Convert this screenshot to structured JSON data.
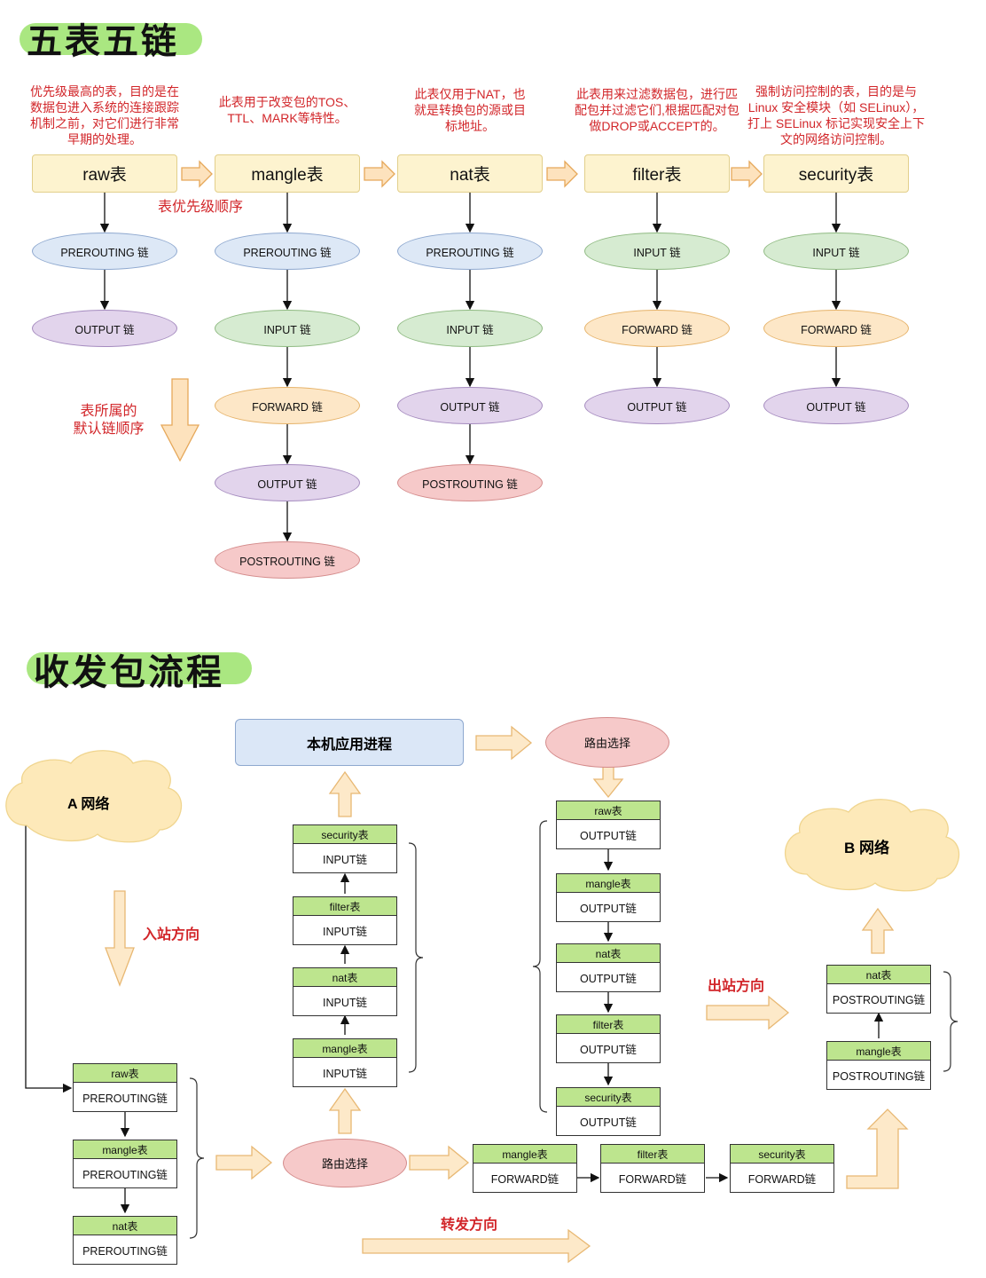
{
  "section1": {
    "title": "五表五链",
    "priority_label": "表优先级顺序",
    "chain_order_label_1": "表所属的",
    "chain_order_label_2": "默认链顺序",
    "tables": [
      {
        "name": "raw表",
        "desc": [
          "优先级最高的表，目的是在",
          "数据包进入系统的连接跟踪",
          "机制之前，对它们进行非常",
          "早期的处理。"
        ],
        "chains": [
          {
            "label": "PREROUTING 链",
            "color": "blue"
          },
          {
            "label": "OUTPUT 链",
            "color": "purple"
          }
        ]
      },
      {
        "name": "mangle表",
        "desc": [
          "此表用于改变包的TOS、",
          "TTL、MARK等特性。"
        ],
        "chains": [
          {
            "label": "PREROUTING 链",
            "color": "blue"
          },
          {
            "label": "INPUT 链",
            "color": "green"
          },
          {
            "label": "FORWARD 链",
            "color": "orange"
          },
          {
            "label": "OUTPUT 链",
            "color": "purple"
          },
          {
            "label": "POSTROUTING 链",
            "color": "pink"
          }
        ]
      },
      {
        "name": "nat表",
        "desc": [
          "此表仅用于NAT，也",
          "就是转换包的源或目",
          "标地址。"
        ],
        "chains": [
          {
            "label": "PREROUTING 链",
            "color": "blue"
          },
          {
            "label": "INPUT 链",
            "color": "green"
          },
          {
            "label": "OUTPUT 链",
            "color": "purple"
          },
          {
            "label": "POSTROUTING 链",
            "color": "pink"
          }
        ]
      },
      {
        "name": "filter表",
        "desc": [
          "此表用来过滤数据包，进行匹",
          "配包并过滤它们,根据匹配对包",
          "做DROP或ACCEPT的。"
        ],
        "chains": [
          {
            "label": "INPUT 链",
            "color": "green"
          },
          {
            "label": "FORWARD 链",
            "color": "orange"
          },
          {
            "label": "OUTPUT 链",
            "color": "purple"
          }
        ]
      },
      {
        "name": "security表",
        "desc": [
          "强制访问控制的表，目的是与",
          "Linux 安全模块（如 SELinux），",
          "打上 SELinux 标记实现安全上下",
          "文的网络访问控制。"
        ],
        "chains": [
          {
            "label": "INPUT 链",
            "color": "green"
          },
          {
            "label": "FORWARD 链",
            "color": "orange"
          },
          {
            "label": "OUTPUT 链",
            "color": "purple"
          }
        ]
      }
    ]
  },
  "section2": {
    "title": "收发包流程",
    "network_a": "A 网络",
    "network_b": "B 网络",
    "local_app": "本机应用进程",
    "route_choice_top": "路由选择",
    "route_choice_mid": "路由选择",
    "inbound_label": "入站方向",
    "outbound_label": "出站方向",
    "forward_label": "转发方向",
    "prerouting": [
      {
        "table": "raw表",
        "chain": "PREROUTING链"
      },
      {
        "table": "mangle表",
        "chain": "PREROUTING链"
      },
      {
        "table": "nat表",
        "chain": "PREROUTING链"
      }
    ],
    "input": [
      {
        "table": "security表",
        "chain": "INPUT链"
      },
      {
        "table": "filter表",
        "chain": "INPUT链"
      },
      {
        "table": "nat表",
        "chain": "INPUT链"
      },
      {
        "table": "mangle表",
        "chain": "INPUT链"
      }
    ],
    "output": [
      {
        "table": "raw表",
        "chain": "OUTPUT链"
      },
      {
        "table": "mangle表",
        "chain": "OUTPUT链"
      },
      {
        "table": "nat表",
        "chain": "OUTPUT链"
      },
      {
        "table": "filter表",
        "chain": "OUTPUT链"
      },
      {
        "table": "security表",
        "chain": "OUTPUT链"
      }
    ],
    "forward": [
      {
        "table": "mangle表",
        "chain": "FORWARD链"
      },
      {
        "table": "filter表",
        "chain": "FORWARD链"
      },
      {
        "table": "security表",
        "chain": "FORWARD链"
      }
    ],
    "postrouting": [
      {
        "table": "nat表",
        "chain": "POSTROUTING链"
      },
      {
        "table": "mangle表",
        "chain": "POSTROUTING链"
      }
    ]
  }
}
